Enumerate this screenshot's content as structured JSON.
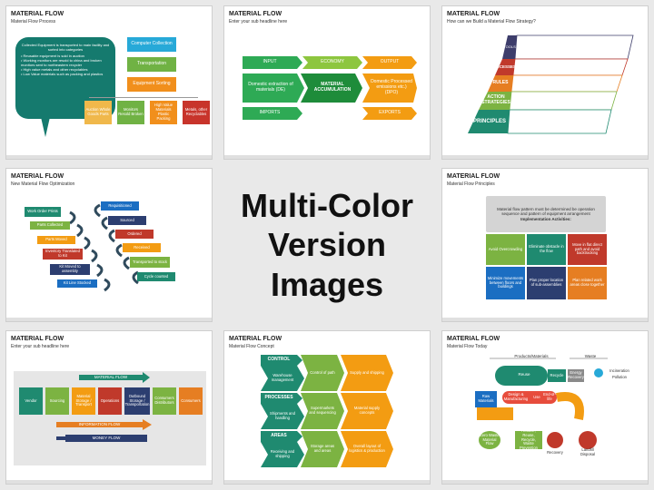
{
  "center": {
    "line1": "Multi-Color",
    "line2": "Version Images"
  },
  "slides": {
    "s1": {
      "title": "MATERIAL FLOW",
      "subtitle": "Material Flow Process",
      "bubble": [
        "Collected Equipment is transported to main facility and sorted into categories",
        "Reusable equipment is sold in auction",
        "Working monitors are resold to china and broken monitors sent to northeastern recycler",
        "High value metals and other recyclables",
        "Low Value materials such as packing and plastics"
      ],
      "steps": [
        "Computer Collection",
        "Transportation",
        "Equipment Sorting"
      ],
      "leaves": [
        "Auction Whole Goods Parts",
        "Monitors Resold Broken",
        "High Value Materials Plastic Packing",
        "Metals, other Recyclables"
      ]
    },
    "s2": {
      "title": "MATERIAL FLOW",
      "subtitle": "Enter your sub headline here",
      "input": "INPUT",
      "economy": "ECONOMY",
      "output": "OUTPUT",
      "domestic_extraction": "Domestic extraction of materials (DE)",
      "accumulation": "MATERIAL ACCUMULATION",
      "domestic_processed": "Domestic Processed emissions etc.) (DPO)",
      "imports": "IMPORTS",
      "exports": "EXPORTS"
    },
    "s3": {
      "title": "MATERIAL FLOW",
      "subtitle": "How can we Build a Material Flow Strategy?",
      "levels": [
        "TOOLS",
        "PROCESSES",
        "RULES",
        "ACTION STRATEGIES",
        "PRINCIPLES"
      ]
    },
    "s4": {
      "title": "MATERIAL FLOW",
      "subtitle": "New Material Flow Optimization",
      "left": [
        "Work Order Prints",
        "Parts Collected",
        "Parts Moved",
        "Inventory Translated to Kit",
        "Kit Moved to assembly",
        "Kit Line Stocked"
      ],
      "right": [
        "Requisitioned",
        "Sourced",
        "Ordered",
        "Received",
        "Transported to stock",
        "Cycle counted"
      ]
    },
    "s5": {
      "title": "MATERIAL FLOW",
      "subtitle": "Material Flow Principles",
      "top_text": "Material flow pattern must be determined be operation sequence and pattern of equipment arrangement",
      "activities": "Implementation Activities:",
      "pieces": [
        "Avoid Overcrowding",
        "Eliminate obstacle in the flow",
        "Move in flat direct path and avoid backtracking",
        "Minimize movements between floors and buildings",
        "Plan proper location of sub-assemblies",
        "Plan related work areas close together"
      ]
    },
    "s6": {
      "title": "MATERIAL FLOW",
      "subtitle": "Enter your sub headline here",
      "material_flow": "MATERIAL FLOW",
      "chain": [
        "Vendor",
        "Sourcing",
        "Material Storage / Transport",
        "Operations",
        "Outbound Storage / Transportation",
        "Consumers Distributors",
        "Consumers"
      ],
      "information_flow": "INFORMATION FLOW",
      "money_flow": "MONEY FLOW"
    },
    "s7": {
      "title": "MATERIAL FLOW",
      "subtitle": "Material Flow Concept",
      "rows": [
        {
          "label": "CONTROL",
          "a": "Warehouse management",
          "b": "Control of path",
          "c": "Supply and shipping"
        },
        {
          "label": "PROCESSES",
          "a": "Shipments and handling",
          "b": "Supermarkets and sequencing",
          "c": "Material supply concepts"
        },
        {
          "label": "AREAS",
          "a": "Receiving and shipping",
          "b": "Storage areas and areas",
          "c": "Overall layout of logistics & production"
        }
      ]
    },
    "s8": {
      "title": "MATERIAL FLOW",
      "subtitle": "Material Flow Today",
      "products": "Products/Materials",
      "waste": "Waste",
      "reuse": "Reuse",
      "recycle": "Recycle",
      "energy": "Energy Recovery",
      "incineration": "Incineration",
      "pollution": "Pollution",
      "raw": "Raw Materials",
      "design": "Design & Manufacturing",
      "use": "Use",
      "endlife": "End-of-life",
      "bottom": [
        "Zero Waste Material Flow",
        "Reduce, Reuse, Recycle, Waste Prevention",
        "Recovery",
        "Landfill Disposal"
      ]
    }
  }
}
